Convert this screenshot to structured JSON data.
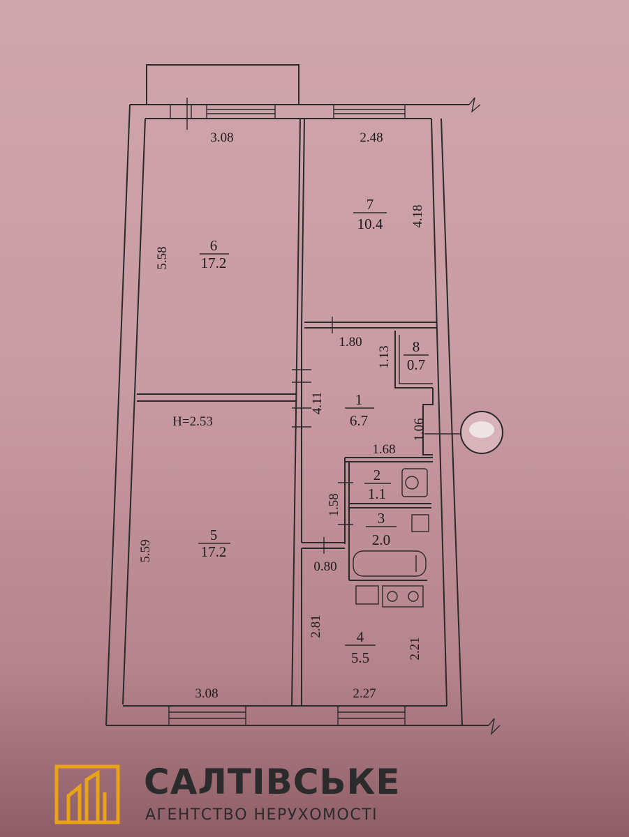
{
  "rooms": [
    {
      "num": "6",
      "area": "17.2"
    },
    {
      "num": "7",
      "area": "10.4"
    },
    {
      "num": "8",
      "area": "0.7"
    },
    {
      "num": "1",
      "area": "6.7"
    },
    {
      "num": "2",
      "area": "1.1"
    },
    {
      "num": "3",
      "area": "2.0"
    },
    {
      "num": "5",
      "area": "17.2"
    },
    {
      "num": "4",
      "area": "5.5"
    }
  ],
  "dims": {
    "r6_top": "3.08",
    "r6_left": "5.58",
    "r7_top": "2.48",
    "r7_right": "4.18",
    "hall_top": "1.80",
    "r8_side": "1.13",
    "hall_left": "4.11",
    "hall_right": "1.06",
    "hall_bottom": "1.68",
    "bath_left": "1.58",
    "kitchen_top": "0.80",
    "r5_left": "5.59",
    "r5_bottom": "3.08",
    "kitchen_left": "2.81",
    "kitchen_right": "2.21",
    "kitchen_bottom": "2.27"
  },
  "height_note": "H=2.53",
  "brand": {
    "name": "САЛТІВСЬКЕ",
    "subtitle": "АГЕНТСТВО НЕРУХОМОСТІ",
    "accent": "#e8a317"
  }
}
